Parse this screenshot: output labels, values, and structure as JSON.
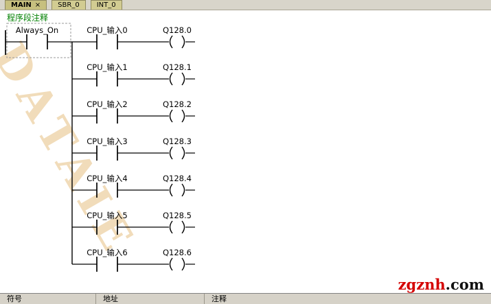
{
  "tabs": [
    {
      "label": "MAIN",
      "close": "×",
      "active": true
    },
    {
      "label": "SBR_0",
      "close": "",
      "active": false
    },
    {
      "label": "INT_0",
      "close": "",
      "active": false
    }
  ],
  "network_comment": "程序段注释",
  "ladder": {
    "always_on": {
      "label": "Always_On"
    },
    "rungs": [
      {
        "contact": "CPU_输入0",
        "coil": "Q128.0"
      },
      {
        "contact": "CPU_输入1",
        "coil": "Q128.1"
      },
      {
        "contact": "CPU_输入2",
        "coil": "Q128.2"
      },
      {
        "contact": "CPU_输入3",
        "coil": "Q128.3"
      },
      {
        "contact": "CPU_输入4",
        "coil": "Q128.4"
      },
      {
        "contact": "CPU_输入5",
        "coil": "Q128.5"
      },
      {
        "contact": "CPU_输入6",
        "coil": "Q128.6"
      }
    ]
  },
  "watermark": "DATAIE",
  "symbol_table": {
    "headers": [
      "符号",
      "地址",
      "注释"
    ]
  },
  "logo": {
    "red": "zgznh",
    "dark": ".com"
  },
  "colors": {
    "tab_bg": "#d2cc92",
    "tab_active_bg": "#c7c07f",
    "comment_green": "#008000",
    "logo_red": "#d40000",
    "watermark": "#e7c58c"
  }
}
